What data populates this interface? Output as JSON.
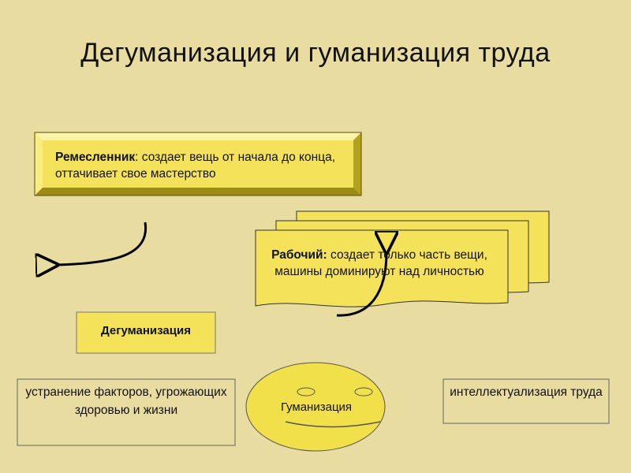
{
  "title": "Дегуманизация и гуманизация труда",
  "craftsman": {
    "term": "Ремесленник",
    "text": ": создает вещь от начала до конца, оттачивает свое мастерство"
  },
  "worker": {
    "term": "Рабочий:",
    "text": " создает только часть вещи, машины доминируют над личностью"
  },
  "dehumanization": {
    "label": "Дегуманизация"
  },
  "humanization": {
    "label": "Гуманизация"
  },
  "left_box": {
    "text": "устранение факторов, угрожающих здоровью и жизни"
  },
  "right_box": {
    "text": "интеллектуализация труда"
  },
  "colors": {
    "background": "#e8dca0",
    "box_fill": "#f4e35a",
    "bevel_light": "#fbf3a8",
    "bevel_dark": "#b3a21e",
    "face_fill": "#f2e04a"
  }
}
